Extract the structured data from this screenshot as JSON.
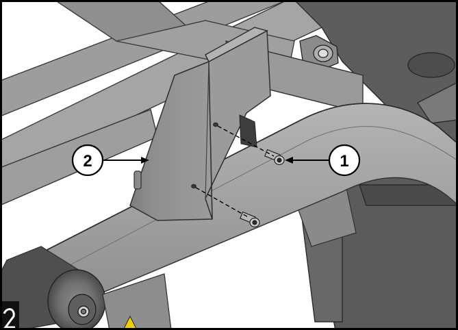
{
  "callouts": [
    {
      "label": "1",
      "target": "bolt"
    },
    {
      "label": "2",
      "target": "bracket"
    }
  ],
  "colors": {
    "frame_light": "#a7a7a7",
    "frame_mid": "#8e8e8e",
    "frame_dark": "#6d6d6d",
    "frame_edge": "#3a3a3a",
    "housing": "#5f5f5f",
    "border": "#000000",
    "warning": "#f2d000"
  }
}
